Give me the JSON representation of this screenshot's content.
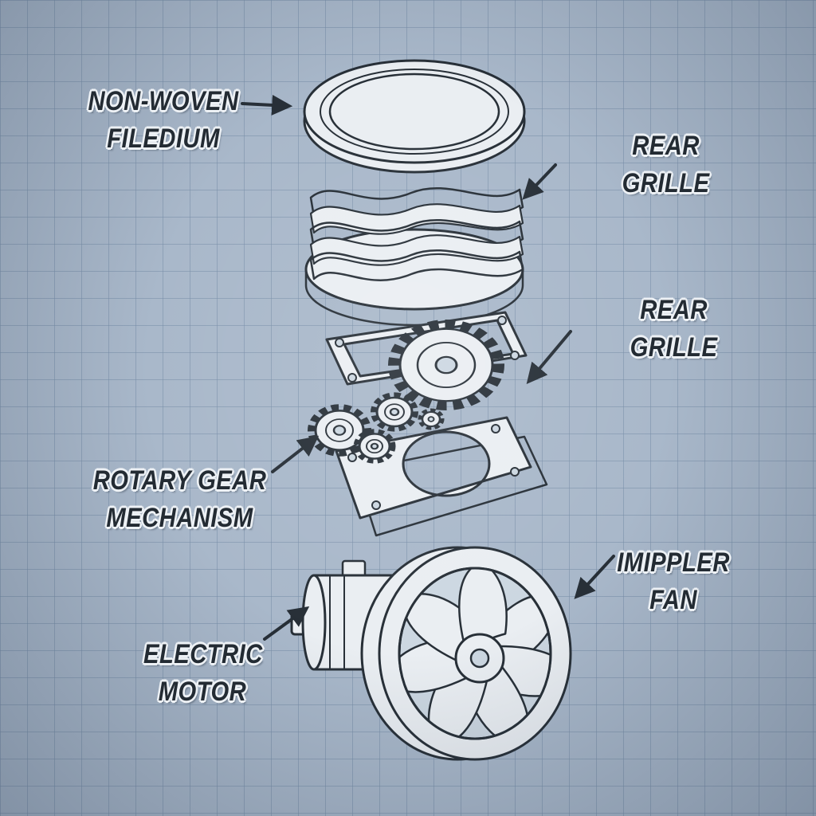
{
  "colors": {
    "bg": "#a9b8ca",
    "grid": "#8ea3b9",
    "ink": "#272f37",
    "paper": "#eaeef2",
    "shade": "#ccd7e1",
    "label": "#232b33",
    "halo": "#edf1f5"
  },
  "labels": [
    {
      "id": "non-woven-filter-medium",
      "lines": [
        "NON-WOVEN",
        "FILEDIUM"
      ]
    },
    {
      "id": "rear-grille-top",
      "lines": [
        "REAR GRILLE"
      ]
    },
    {
      "id": "rear-grille-middle",
      "lines": [
        "REAR GRILLE"
      ]
    },
    {
      "id": "rotary-gear-mechanism",
      "lines": [
        "ROTARY GEAR",
        "MECHANISM"
      ]
    },
    {
      "id": "impeller-fan",
      "lines": [
        "IMIPPLER",
        "FAN"
      ]
    },
    {
      "id": "electric-motor",
      "lines": [
        "ELECTRIC",
        "MOTOR"
      ]
    }
  ],
  "parts": [
    {
      "id": "filter-disc-drawing",
      "meaning": "round mesh filter disc"
    },
    {
      "id": "filter-layers-drawing",
      "meaning": "wavy filter media stack"
    },
    {
      "id": "filter-ring-drawing",
      "meaning": "textured filter ring band"
    },
    {
      "id": "gasket-frame-drawing",
      "meaning": "gasket frame with screw holes"
    },
    {
      "id": "large-gear-drawing",
      "meaning": "large gear"
    },
    {
      "id": "mounting-plate-drawing",
      "meaning": "mounting plate with round opening"
    },
    {
      "id": "gear-cluster-drawing",
      "meaning": "small gear cluster"
    },
    {
      "id": "electric-motor-drawing",
      "meaning": "electric motor cylinder"
    },
    {
      "id": "impeller-fan-drawing",
      "meaning": "seven blade impeller fan"
    }
  ]
}
